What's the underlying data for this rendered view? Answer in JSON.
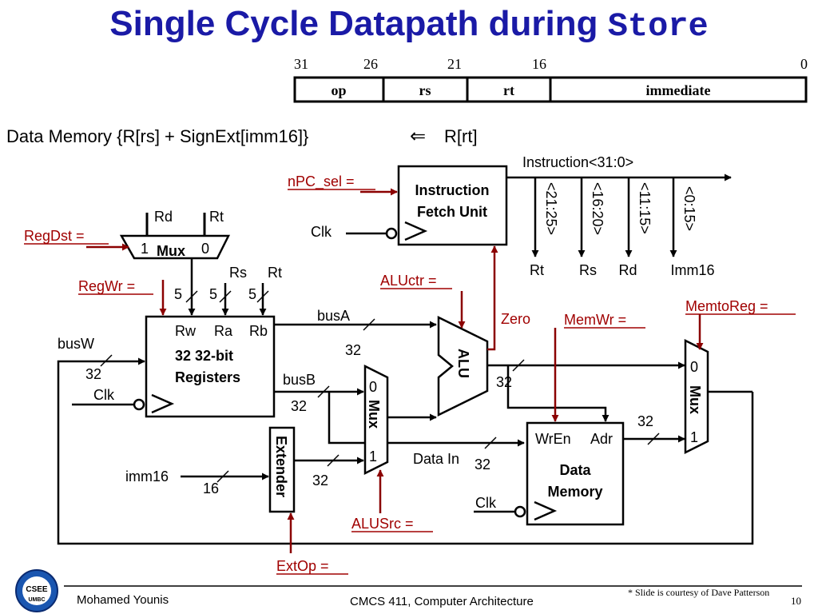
{
  "title": {
    "main": "Single Cycle Datapath during ",
    "mono": "Store"
  },
  "instr_format": {
    "bit_labels": [
      "31",
      "26",
      "21",
      "16",
      "0"
    ],
    "fields": [
      "op",
      "rs",
      "rt",
      "immediate"
    ]
  },
  "equation": {
    "lhs": "Data Memory {R[rs] + SignExt[imm16]}",
    "arrow": "⇐",
    "rhs": "R[rt]"
  },
  "control": {
    "npc_sel": "nPC_sel = ",
    "regdst": "RegDst = ",
    "regwr": "RegWr = ",
    "aluctr": "ALUctr = ",
    "memwr": "MemWr = ",
    "memtoreg": "MemtoReg = ",
    "alusrc": "ALUSrc = ",
    "extop": "ExtOp = "
  },
  "ifu": {
    "line1": "Instruction",
    "line2": "Fetch Unit",
    "clk": "Clk"
  },
  "instr_bus": {
    "label": "Instruction<31:0>",
    "taps": [
      "<21:25>",
      "<16:20>",
      "<11:15>",
      "<0:15>"
    ],
    "tap_names": [
      "Rt",
      "Rs",
      "Rd",
      "Imm16"
    ]
  },
  "regdst_mux": {
    "in1": "Rd",
    "in0": "Rt",
    "label": "Mux",
    "sel1": "1",
    "sel0": "0"
  },
  "regfile": {
    "rs": "Rs",
    "rt": "Rt",
    "width5": "5",
    "ports": [
      "Rw",
      "Ra",
      "Rb"
    ],
    "line1": "32 32-bit",
    "line2": "Registers",
    "busw": "busW",
    "busw_width": "32",
    "clk": "Clk"
  },
  "buses": {
    "busa": "busA",
    "busa_width": "32",
    "busb": "busB",
    "busb_width": "32",
    "alu_out_width": "32",
    "mem_out_width": "32",
    "datain": "Data In",
    "datain_width": "32",
    "ext_out_width": "32"
  },
  "alu": {
    "label": "ALU",
    "zero": "Zero"
  },
  "alusrc_mux": {
    "label": "Mux",
    "sel0": "0",
    "sel1": "1"
  },
  "extender": {
    "label": "Extender",
    "input": "imm16",
    "width": "16"
  },
  "datamem": {
    "wren": "WrEn",
    "adr": "Adr",
    "line1": "Data",
    "line2": "Memory",
    "clk": "Clk"
  },
  "memtoreg_mux": {
    "label": "Mux",
    "sel0": "0",
    "sel1": "1"
  },
  "footer": {
    "author": "Mohamed Younis",
    "course": "CMCS 411, Computer Architecture",
    "credit": "* Slide is courtesy of Dave Patterson",
    "page": "10",
    "logo_text": "CSEE",
    "logo_sub": "UMBC"
  }
}
